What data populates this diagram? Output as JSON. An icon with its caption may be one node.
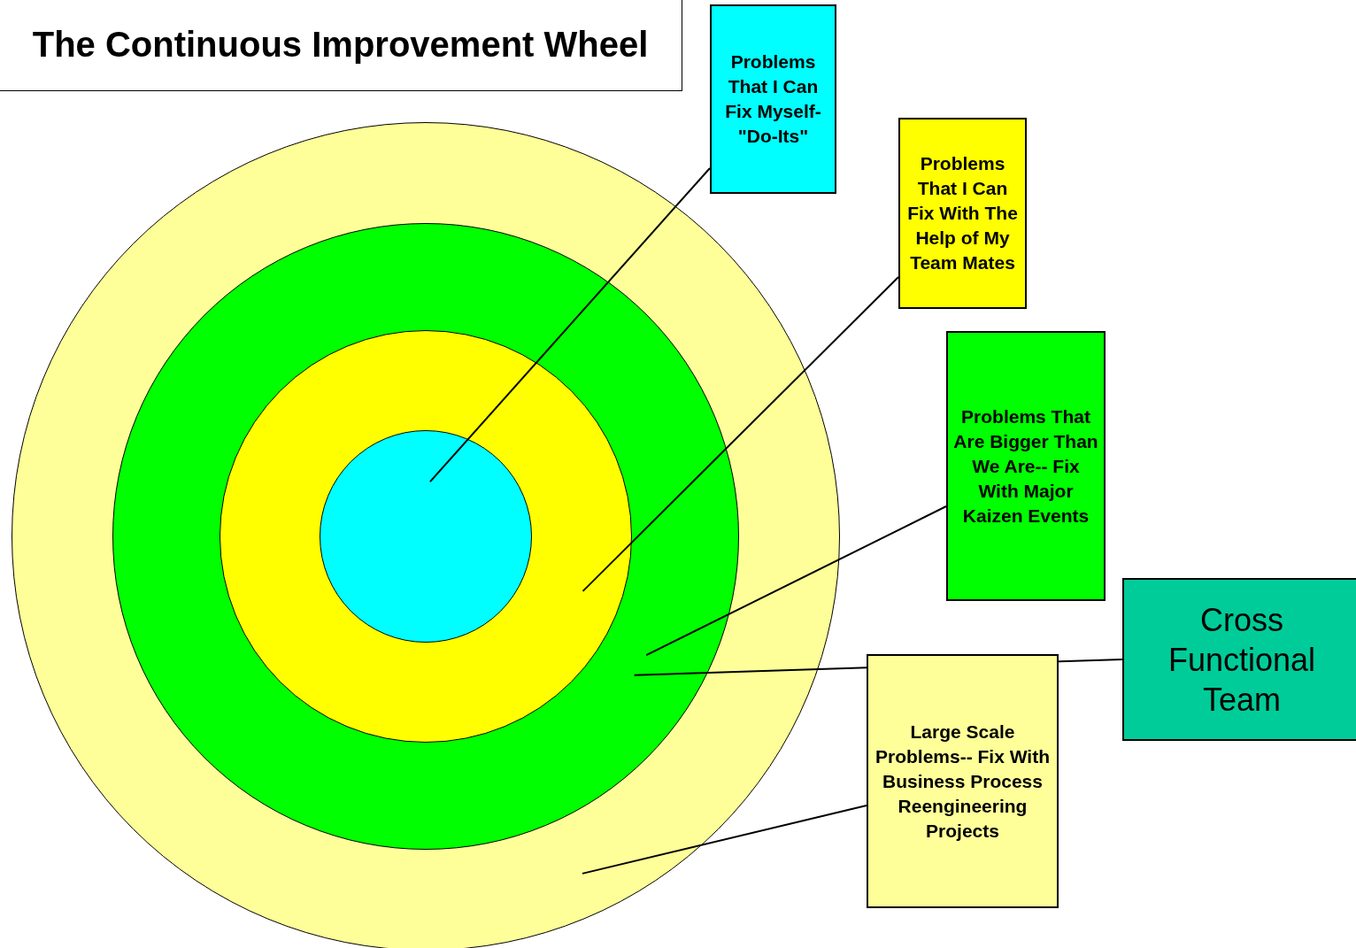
{
  "diagram": {
    "title": "The Continuous Improvement Wheel",
    "nodes": [
      {
        "text": [],
        "shape": "circle"
      },
      {
        "text": [],
        "shape": "circle",
        "in": 0
      },
      {
        "text": [],
        "shape": "circle",
        "in": 1
      },
      {
        "text": [],
        "shape": "circle",
        "in": 2
      },
      {
        "text": [
          "Problems That I Can Fix Myself- \"Do-Its\""
        ]
      },
      {
        "text": [
          "Problems That I Can Fix With The Help of My Team Mates"
        ]
      },
      {
        "text": [
          "Problems That Are Bigger Than We Are-- Fix With Major Kaizen Events"
        ]
      },
      {
        "text": [
          "Cross Functional Team"
        ]
      },
      {
        "text": [
          "Large Scale Problems-- Fix With Business Process Reengineering Projects"
        ]
      }
    ],
    "edges": [
      {
        "from": 4,
        "to": 3,
        "arrow": "none"
      },
      {
        "from": 5,
        "to": 2,
        "arrow": "none"
      },
      {
        "from": 6,
        "to": 1,
        "arrow": "none"
      },
      {
        "from": 7,
        "to": 1,
        "arrow": "none"
      },
      {
        "from": 8,
        "to": 0,
        "arrow": "none"
      }
    ]
  }
}
